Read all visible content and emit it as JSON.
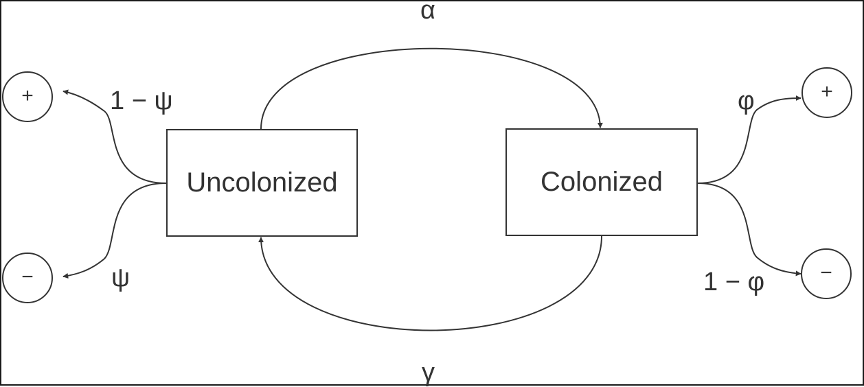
{
  "states": {
    "uncolonized": "Uncolonized",
    "colonized": "Colonized"
  },
  "outcomes": {
    "uncolonized_positive": "+",
    "uncolonized_negative": "−",
    "colonized_positive": "+",
    "colonized_negative": "−"
  },
  "transitions": {
    "colonization": "α",
    "extinction": "γ"
  },
  "detection": {
    "uncolonized_positive": "1 − ψ",
    "uncolonized_negative": "ψ",
    "colonized_positive": "φ",
    "colonized_negative": "1 − φ"
  },
  "colors": {
    "stroke": "#333333",
    "frame": "#1a1a1a",
    "background": "#ffffff"
  }
}
